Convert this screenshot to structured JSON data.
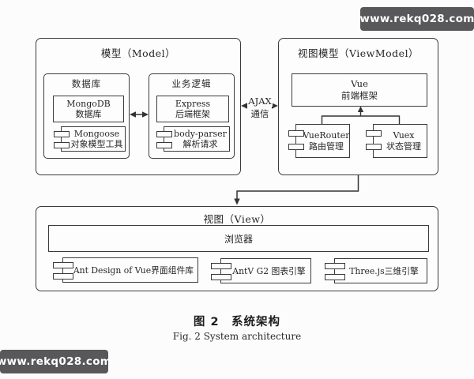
{
  "colors": {
    "line": "#333333",
    "border": "#3b3b3b",
    "watermark_bg": "#58585a",
    "watermark_fg": "#ffffff",
    "background": "#fcfcfc"
  },
  "watermark": {
    "text": "www.rekq028.com"
  },
  "diagram": {
    "model": {
      "title": "模型（Model）",
      "database": {
        "title": "数据库",
        "mongodb": {
          "line1": "MongoDB",
          "line2": "数据库"
        },
        "mongoose": {
          "line1": "Mongoose",
          "line2": "对象模型工具"
        }
      },
      "logic": {
        "title": "业务逻辑",
        "express": {
          "line1": "Express",
          "line2": "后端框架"
        },
        "bodyparser": {
          "line1": "body-parser",
          "line2": "解析请求"
        }
      }
    },
    "ajax": {
      "line1": "AJAX",
      "line2": "通信"
    },
    "viewmodel": {
      "title": "视图模型（ViewModel）",
      "vue": {
        "line1": "Vue",
        "line2": "前端框架"
      },
      "vuerouter": {
        "line1": "VueRouter",
        "line2": "路由管理"
      },
      "vuex": {
        "line1": "Vuex",
        "line2": "状态管理"
      }
    },
    "view": {
      "title": "视图（View）",
      "browser": "浏览器",
      "components": [
        {
          "label": "Ant Design of Vue界面组件库"
        },
        {
          "label": "AntV G2 图表引擎"
        },
        {
          "label": "Three.js三维引擎"
        }
      ]
    }
  },
  "caption": {
    "zh": "图 2　系统架构",
    "en": "Fig. 2 System architecture"
  }
}
